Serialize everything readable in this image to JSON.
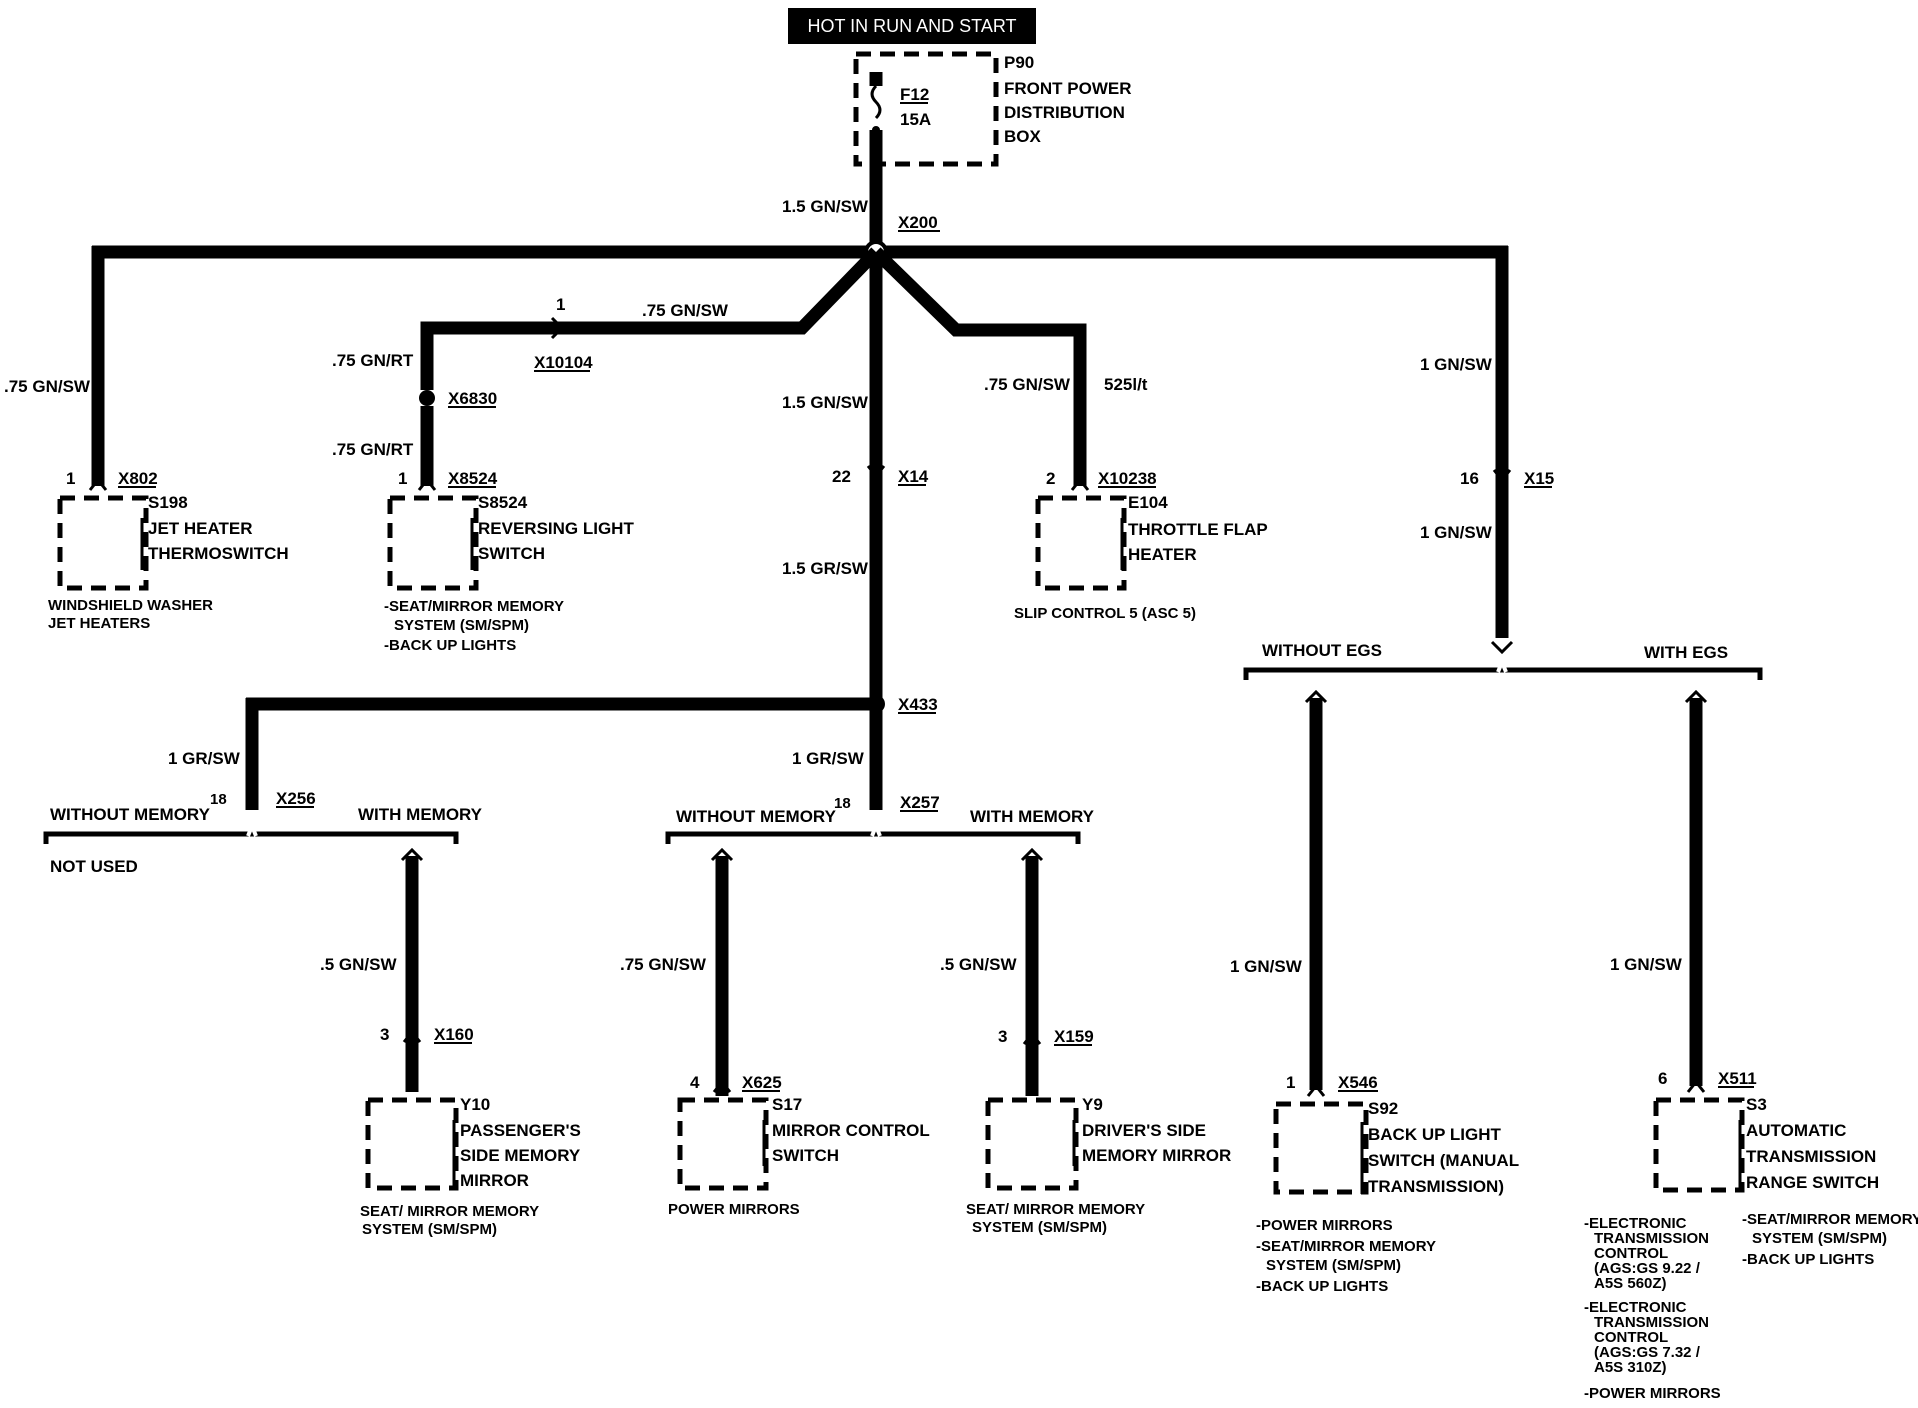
{
  "header": {
    "title": "HOT IN RUN AND START"
  },
  "fuse_box": {
    "id": "P90",
    "fuse": "F12",
    "rating": "15A",
    "name_lines": [
      "FRONT POWER",
      "DISTRIBUTION",
      "BOX"
    ]
  },
  "wires": {
    "main_top": "1.5 GN/SW",
    "main_mid": "1.5 GN/SW",
    "main_low": "1.5 GR/SW",
    "left_far": ".75 GN/SW",
    "x10104_run": ".75 GN/SW",
    "x6830_upper": ".75 GN/RT",
    "x6830_lower": ".75 GN/RT",
    "throttle": ".75 GN/SW",
    "throttle_extra": "525l/t",
    "right_upper": "1 GN/SW",
    "right_lower": "1 GN/SW",
    "x433_left": "1 GR/SW",
    "x433_down": "1 GR/SW",
    "y10": ".5 GN/SW",
    "s17": ".75 GN/SW",
    "y9": ".5 GN/SW",
    "s92": "1 GN/SW",
    "s3": "1 GN/SW"
  },
  "connectors": {
    "x200": "X200",
    "x802": "X802",
    "x802_pin": "1",
    "x10104": "X10104",
    "x10104_pin": "1",
    "x6830": "X6830",
    "x8524": "X8524",
    "x8524_pin": "1",
    "x14": "X14",
    "x14_pin": "22",
    "x10238": "X10238",
    "x10238_pin": "2",
    "x15": "X15",
    "x15_pin": "16",
    "x433": "X433",
    "x256": "X256",
    "x256_pin": "18",
    "x257": "X257",
    "x257_pin": "18",
    "x160": "X160",
    "x160_pin": "3",
    "x625": "X625",
    "x625_pin": "4",
    "x159": "X159",
    "x159_pin": "3",
    "x546": "X546",
    "x546_pin": "1",
    "x511": "X511",
    "x511_pin": "6"
  },
  "branches": {
    "without_memory": "WITHOUT MEMORY",
    "with_memory": "WITH MEMORY",
    "not_used": "NOT USED",
    "without_egs": "WITHOUT EGS",
    "with_egs": "WITH EGS"
  },
  "components": {
    "s198": {
      "id": "S198",
      "name_lines": [
        "JET HEATER",
        "THERMOSWITCH"
      ],
      "notes": [
        "WINDSHIELD WASHER",
        "JET HEATERS"
      ]
    },
    "s8524": {
      "id": "S8524",
      "name_lines": [
        "REVERSING LIGHT",
        "SWITCH"
      ],
      "notes": [
        "-SEAT/MIRROR MEMORY",
        "SYSTEM (SM/SPM)",
        "-BACK UP LIGHTS"
      ]
    },
    "e104": {
      "id": "E104",
      "name_lines": [
        "THROTTLE FLAP",
        "HEATER"
      ],
      "notes": [
        "SLIP CONTROL 5 (ASC 5)"
      ]
    },
    "y10": {
      "id": "Y10",
      "name_lines": [
        "PASSENGER'S",
        "SIDE MEMORY",
        "MIRROR"
      ],
      "notes": [
        "SEAT/ MIRROR MEMORY",
        "SYSTEM (SM/SPM)"
      ]
    },
    "s17": {
      "id": "S17",
      "name_lines": [
        "MIRROR CONTROL",
        "SWITCH"
      ],
      "notes": [
        "POWER MIRRORS"
      ]
    },
    "y9": {
      "id": "Y9",
      "name_lines": [
        "DRIVER'S SIDE",
        "MEMORY MIRROR"
      ],
      "notes": [
        "SEAT/ MIRROR MEMORY",
        "SYSTEM (SM/SPM)"
      ]
    },
    "s92": {
      "id": "S92",
      "name_lines": [
        "BACK UP LIGHT",
        "SWITCH (MANUAL",
        "TRANSMISSION)"
      ],
      "notes": [
        "-POWER MIRRORS",
        "-SEAT/MIRROR MEMORY",
        "SYSTEM (SM/SPM)",
        "-BACK UP LIGHTS"
      ]
    },
    "s3": {
      "id": "S3",
      "name_lines": [
        "AUTOMATIC",
        "TRANSMISSION",
        "RANGE SWITCH"
      ],
      "notes_left": [
        "-ELECTRONIC",
        "TRANSMISSION",
        "CONTROL",
        "(AGS:GS 9.22 /",
        "A5S 560Z)",
        "-ELECTRONIC",
        "TRANSMISSION",
        "CONTROL",
        "(AGS:GS 7.32 /",
        "A5S 310Z)",
        "-POWER MIRRORS"
      ],
      "notes_right": [
        "-SEAT/MIRROR MEMORY",
        "SYSTEM (SM/SPM)",
        "-BACK UP LIGHTS"
      ]
    }
  }
}
